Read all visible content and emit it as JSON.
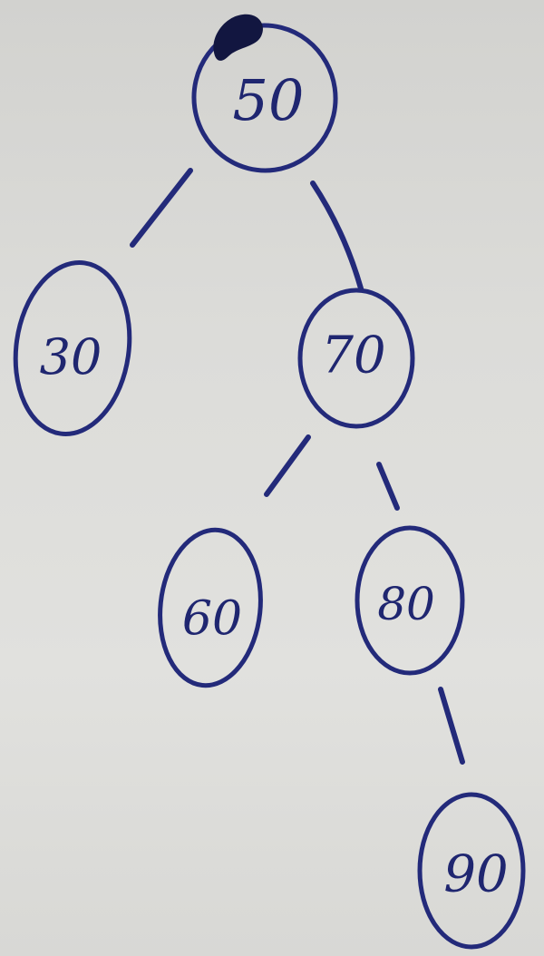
{
  "tree": {
    "colors": {
      "ink": "#232a7a",
      "paper": "#dcdcd9"
    },
    "nodes": [
      {
        "id": "n50",
        "value": "50"
      },
      {
        "id": "n30",
        "value": "30"
      },
      {
        "id": "n70",
        "value": "70"
      },
      {
        "id": "n60",
        "value": "60"
      },
      {
        "id": "n80",
        "value": "80"
      },
      {
        "id": "n90",
        "value": "90"
      }
    ],
    "edges": [
      {
        "from": "50",
        "to": "30"
      },
      {
        "from": "50",
        "to": "70"
      },
      {
        "from": "70",
        "to": "60"
      },
      {
        "from": "70",
        "to": "80"
      },
      {
        "from": "80",
        "to": "90"
      }
    ]
  }
}
